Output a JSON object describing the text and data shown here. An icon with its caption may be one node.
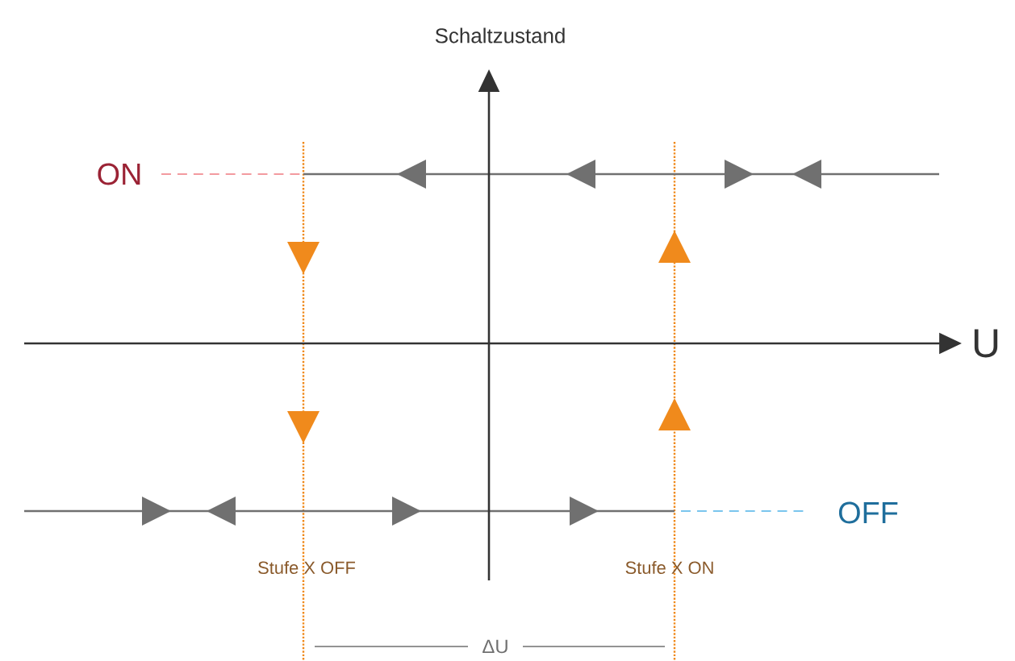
{
  "diagram": {
    "labels": [
      "Schaltzustand",
      "ON",
      "U",
      "OFF",
      "Stufe X OFF",
      "Stufe X ON",
      "ΔU"
    ]
  }
}
